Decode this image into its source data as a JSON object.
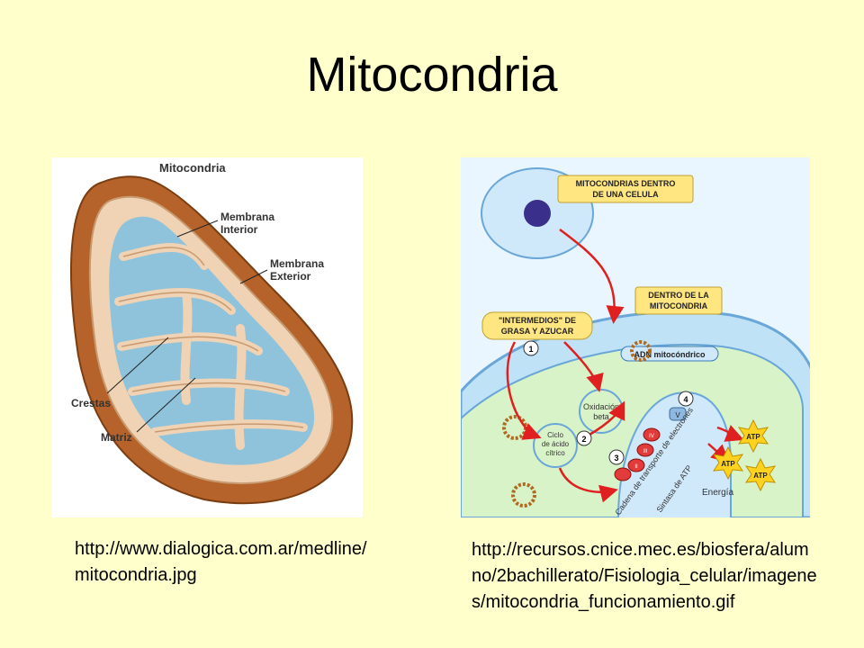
{
  "slide": {
    "title": "Mitocondria"
  },
  "left_diagram": {
    "heading": "Mitocondria",
    "labels": {
      "inner_membrane_1": "Membrana",
      "inner_membrane_2": "Interior",
      "outer_membrane_1": "Membrana",
      "outer_membrane_2": "Exterior",
      "cristae": "Crestas",
      "matrix": "Matriz"
    },
    "source_url": "http://www.dialogica.com.ar/medline/mitocondria.jpg"
  },
  "right_diagram": {
    "box_cell_1": "MITOCONDRIAS DENTRO",
    "box_cell_2": "DE UNA CELULA",
    "box_mito_1": "DENTRO DE LA",
    "box_mito_2": "MITOCONDRIA",
    "box_fat_1": "\"INTERMEDIOS\" DE",
    "box_fat_2": "GRASA Y AZUCAR",
    "dna_label": "ADN mitocóndrico",
    "beta_1": "Oxidación",
    "beta_2": "beta",
    "cycle_1": "Ciclo",
    "cycle_2": "de ácido",
    "cycle_3": "cítrico",
    "chain_label": "Cadena de transporte de electrones",
    "synthase_label": "Sintasa de ATP",
    "energy_label": "Energía",
    "atp_label": "ATP",
    "step_1": "1",
    "step_2": "2",
    "step_3": "3",
    "step_4": "4",
    "complex_2": "II",
    "complex_3": "III",
    "complex_4": "IV",
    "complex_5": "V",
    "source_url": "http://recursos.cnice.mec.es/biosfera/alumno/2bachillerato/Fisiologia_celular/imagenes/mitocondria_funcionamiento.gif"
  },
  "colors": {
    "background": "#ffffcc",
    "outer_membrane": "#b5632a",
    "inner_membrane": "#f0d2b4",
    "matrix": "#8fc3dc",
    "box_fill": "#ffe680",
    "arrow": "#e02020"
  }
}
